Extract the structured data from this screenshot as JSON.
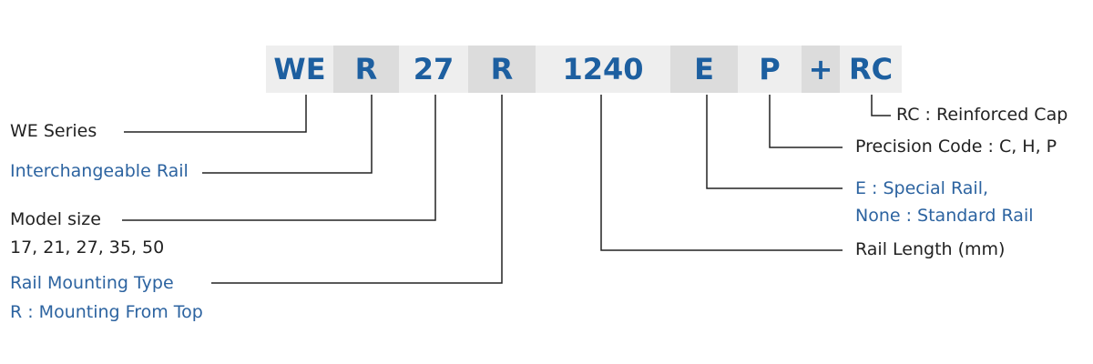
{
  "code_segments": [
    {
      "id": "we",
      "text": "WE"
    },
    {
      "id": "r1",
      "text": "R"
    },
    {
      "id": "size",
      "text": "27"
    },
    {
      "id": "r2",
      "text": "R"
    },
    {
      "id": "len",
      "text": "1240"
    },
    {
      "id": "e",
      "text": "E"
    },
    {
      "id": "p",
      "text": "P"
    },
    {
      "id": "plus",
      "text": "+"
    },
    {
      "id": "rc",
      "text": "RC"
    }
  ],
  "left_labels": {
    "we_series": "WE Series",
    "interchangeable": "Interchangeable Rail",
    "model_size": "Model size",
    "model_size_values": "17, 21, 27, 35, 50",
    "mounting_type": "Rail Mounting Type",
    "mounting_from_top": "R : Mounting From Top"
  },
  "right_labels": {
    "reinforced_cap": "RC : Reinforced Cap",
    "precision_code": "Precision Code : C, H, P",
    "special_rail": "E : Special Rail,",
    "standard_rail": "None : Standard Rail",
    "rail_length": "Rail Length (mm)"
  },
  "colors": {
    "code_text": "#1d5fa0",
    "blue_label": "#2c63a0",
    "black_label": "#222222",
    "line": "#222222"
  }
}
